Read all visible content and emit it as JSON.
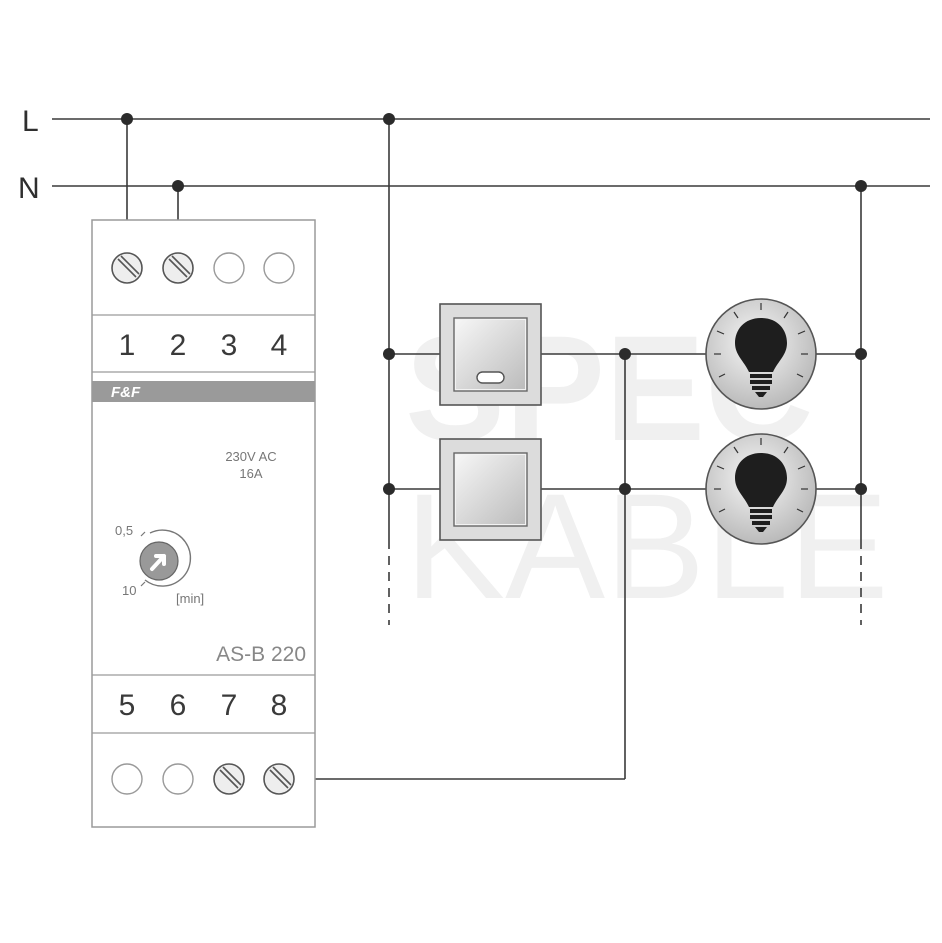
{
  "bus": {
    "line_label": "L",
    "neutral_label": "N"
  },
  "device": {
    "brand": "F&F",
    "terminals_top": [
      "1",
      "2",
      "3",
      "4"
    ],
    "terminals_bottom": [
      "5",
      "6",
      "7",
      "8"
    ],
    "voltage": "230V AC",
    "current": "16A",
    "dial_min": "0,5",
    "dial_max": "10",
    "dial_unit": "[min]",
    "model": "AS-B 220"
  },
  "watermark": {
    "line1": "SPEC",
    "line2": "KABLE"
  },
  "colors": {
    "wire": "#3a3a3a",
    "panel": "#d9d9d9",
    "brand_bar": "#9a9a9a"
  }
}
